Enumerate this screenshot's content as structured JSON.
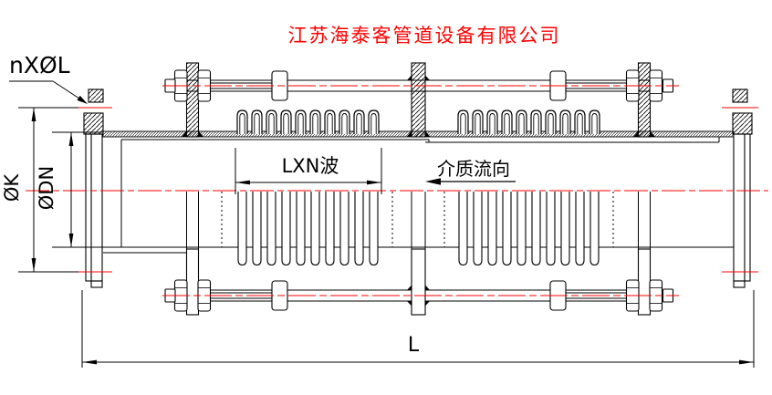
{
  "title": {
    "company": "江苏海泰客管道设备有限公司"
  },
  "labels": {
    "bolt_holes": "nXØL",
    "bolt_circle_diameter": "ØK",
    "nominal_diameter": "ØDN",
    "bellows_waves": "LXN波",
    "flow_direction": "介质流向",
    "overall_length": "L"
  },
  "colors": {
    "accent_red": "#ff0000",
    "line_black": "#000000",
    "background": "#ffffff"
  },
  "drawing": {
    "type": "dual-bellows expansion joint with tie rods, half-section view",
    "bellows_sections": 2,
    "convolutions_per_section": 10,
    "tie_rods": 2
  }
}
